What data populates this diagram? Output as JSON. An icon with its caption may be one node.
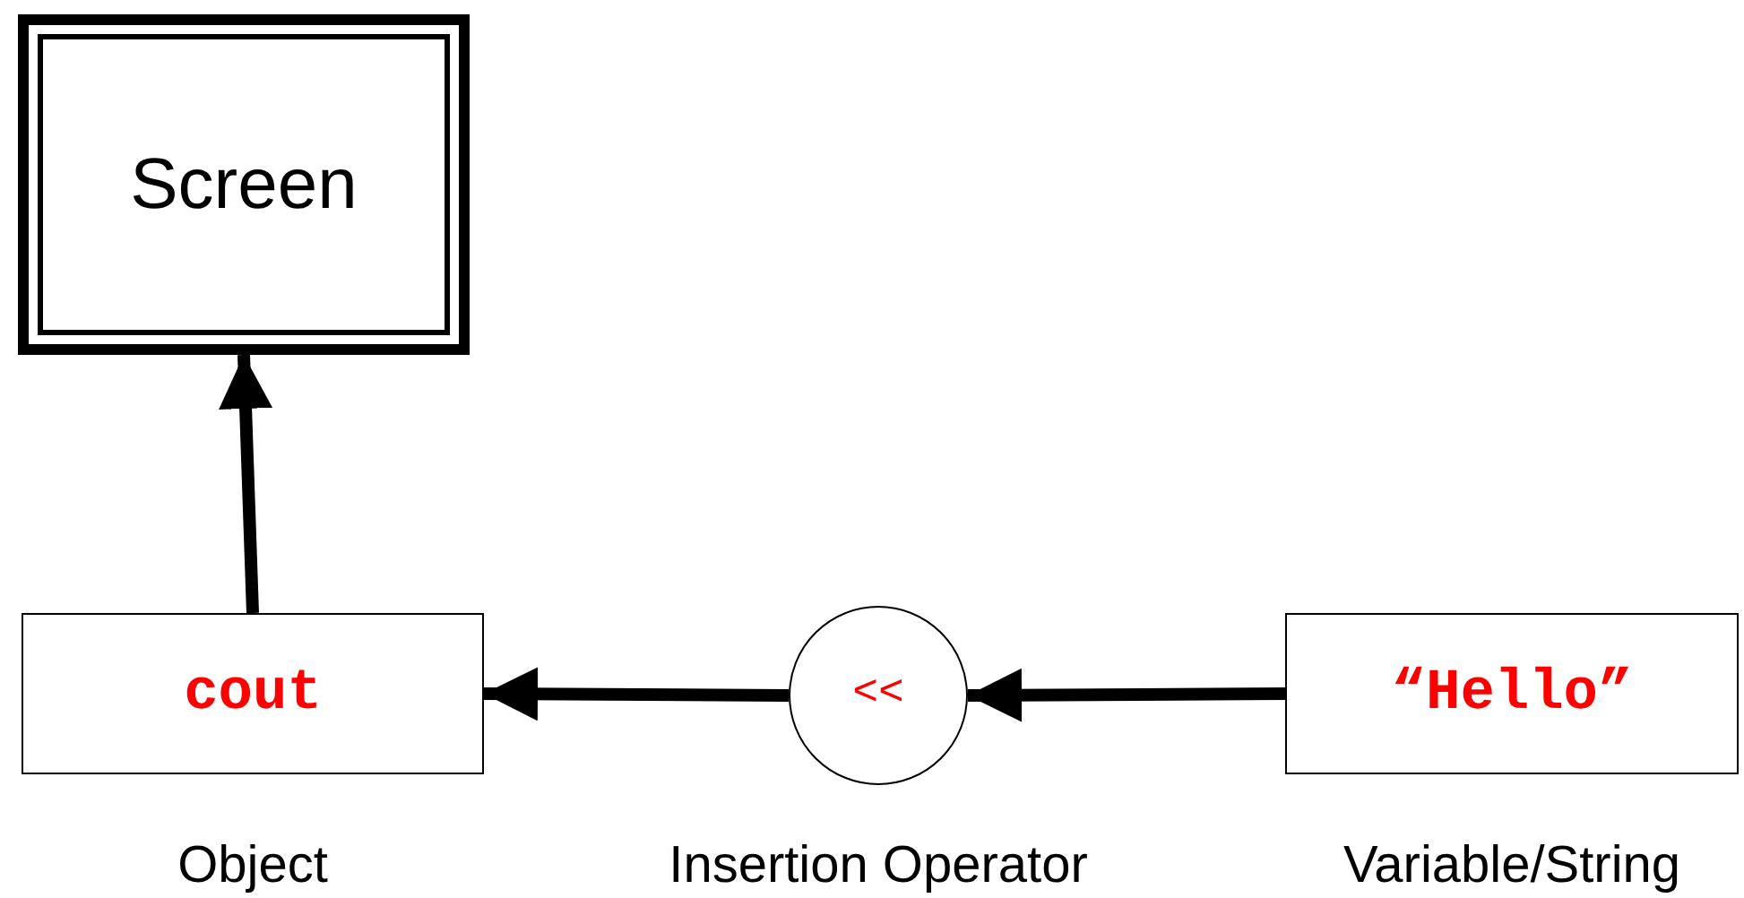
{
  "diagram": {
    "nodes": [
      {
        "text": [
          "Screen"
        ]
      },
      {
        "text": [
          "cout"
        ],
        "beside": [
          "Object"
        ]
      },
      {
        "text": [
          "<<"
        ],
        "beside": [
          "Insertion Operator"
        ]
      },
      {
        "text": [
          "“Hello”"
        ],
        "beside": [
          "Variable/String"
        ]
      }
    ],
    "edges": [
      {
        "from": 1,
        "to": 0,
        "arrow": "to"
      },
      {
        "from": 2,
        "to": 1,
        "arrow": "to"
      },
      {
        "from": 3,
        "to": 2,
        "arrow": "to"
      }
    ]
  }
}
